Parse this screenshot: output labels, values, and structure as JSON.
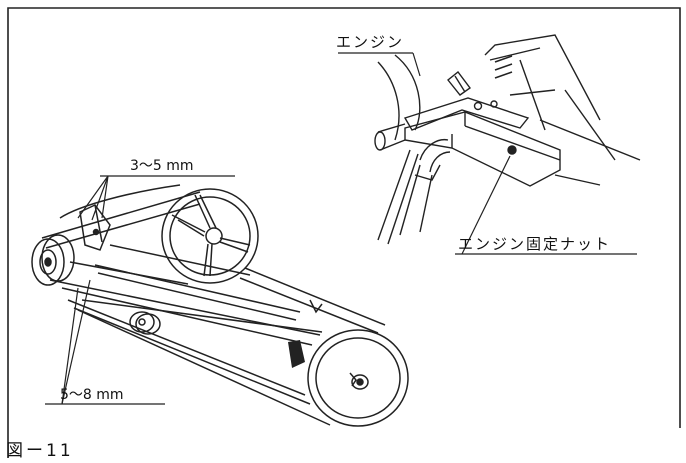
{
  "labels": {
    "belt_gap_upper": "3〜5 mm",
    "belt_gap_lower": "5〜8 mm",
    "engine": "エンジン",
    "engine_nut": "エンジン固定ナット"
  },
  "caption": "図ー11"
}
